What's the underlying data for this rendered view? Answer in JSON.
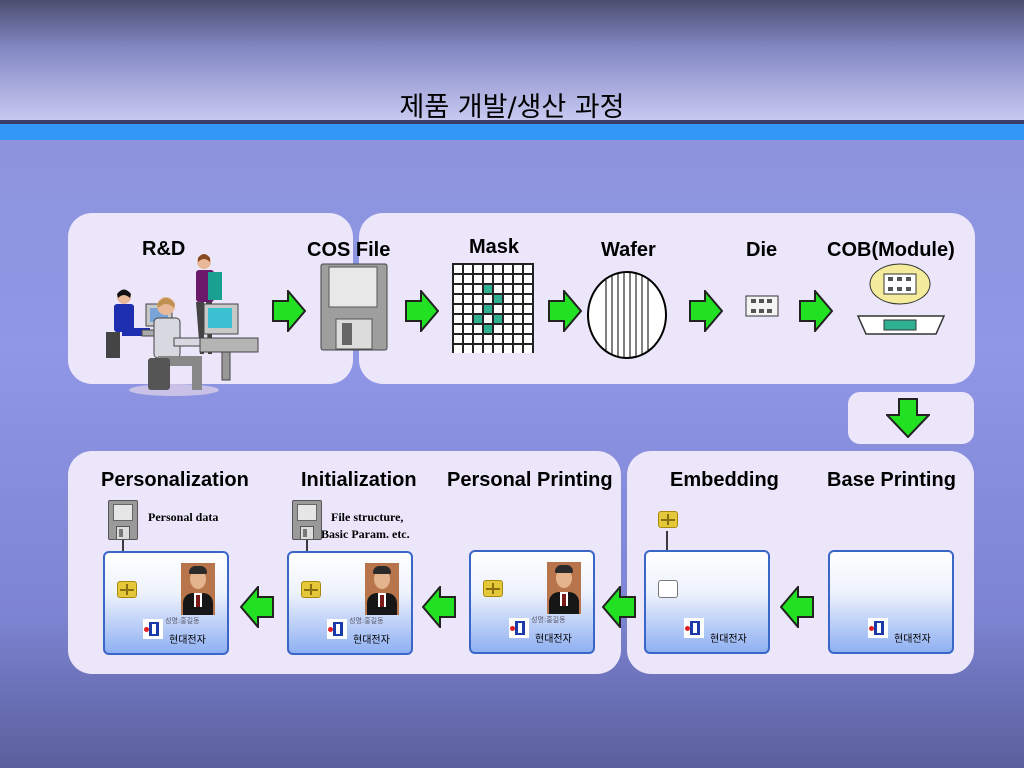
{
  "title": "제품 개발/생산 과정",
  "top_flow": {
    "labels": {
      "rnd": "R&D",
      "cos_file": "COS File",
      "mask": "Mask",
      "wafer": "Wafer",
      "die": "Die",
      "cob": "COB(Module)"
    }
  },
  "bottom_flow": {
    "labels": {
      "personalization": "Personalization",
      "initialization": "Initialization",
      "personal_printing": "Personal Printing",
      "embedding": "Embedding",
      "base_printing": "Base Printing"
    },
    "notes": {
      "personal_data": "Personal data",
      "file_structure_1": "File structure,",
      "file_structure_2": "Basic Param. etc."
    }
  },
  "card": {
    "company": "현대전자",
    "name_line": "성명:홍길동"
  },
  "colors": {
    "arrow_green": "#22e022",
    "panel_bg": "#ece6fb",
    "header_bar": "#3397f7"
  }
}
